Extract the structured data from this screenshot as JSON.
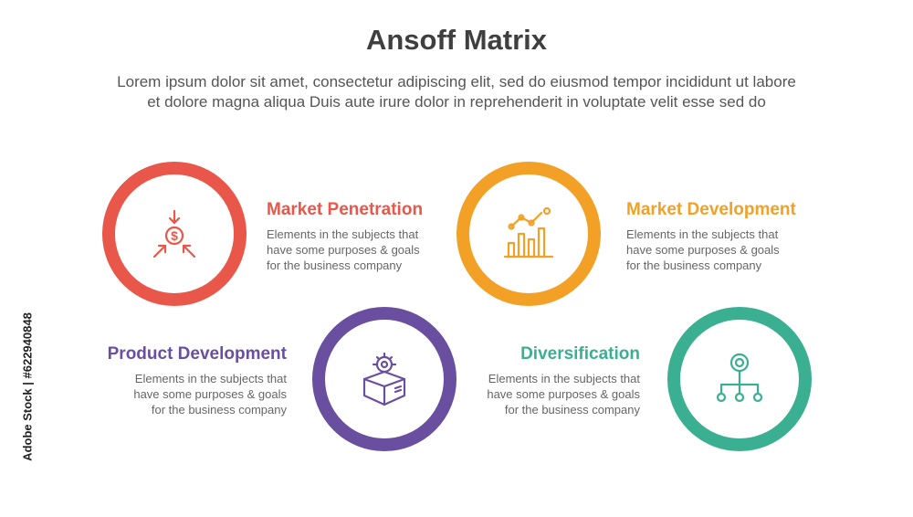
{
  "title": "Ansoff Matrix",
  "subtitle_lines": [
    "Lorem ipsum dolor sit amet, consectetur adipiscing elit, sed do eiusmod tempor incididunt ut labore",
    "et dolore magna aliqua Duis aute irure dolor in reprehenderit in voluptate velit esse sed do"
  ],
  "items": [
    {
      "heading": "Market Penetration",
      "color": "#e8574a",
      "icon": "dollar-inflow-icon",
      "desc": [
        "Elements in the subjects that",
        "have  some purposes & goals",
        "for the  business company"
      ]
    },
    {
      "heading": "Market Development",
      "color": "#f2a126",
      "icon": "bar-chart-growth-icon",
      "desc": [
        "Elements in the subjects that",
        "have  some purposes & goals",
        "for the  business company"
      ]
    },
    {
      "heading": "Product Development",
      "color": "#6a4fa0",
      "icon": "box-gear-icon",
      "desc": [
        "Elements in the subjects that",
        "have  some purposes & goals",
        "for the  business company"
      ]
    },
    {
      "heading": "Diversification",
      "color": "#3aaf92",
      "icon": "hierarchy-icon",
      "desc": [
        "Elements in the subjects that",
        "have  some purposes & goals",
        "for the  business company"
      ]
    }
  ],
  "watermark": "Adobe Stock | #622940848"
}
